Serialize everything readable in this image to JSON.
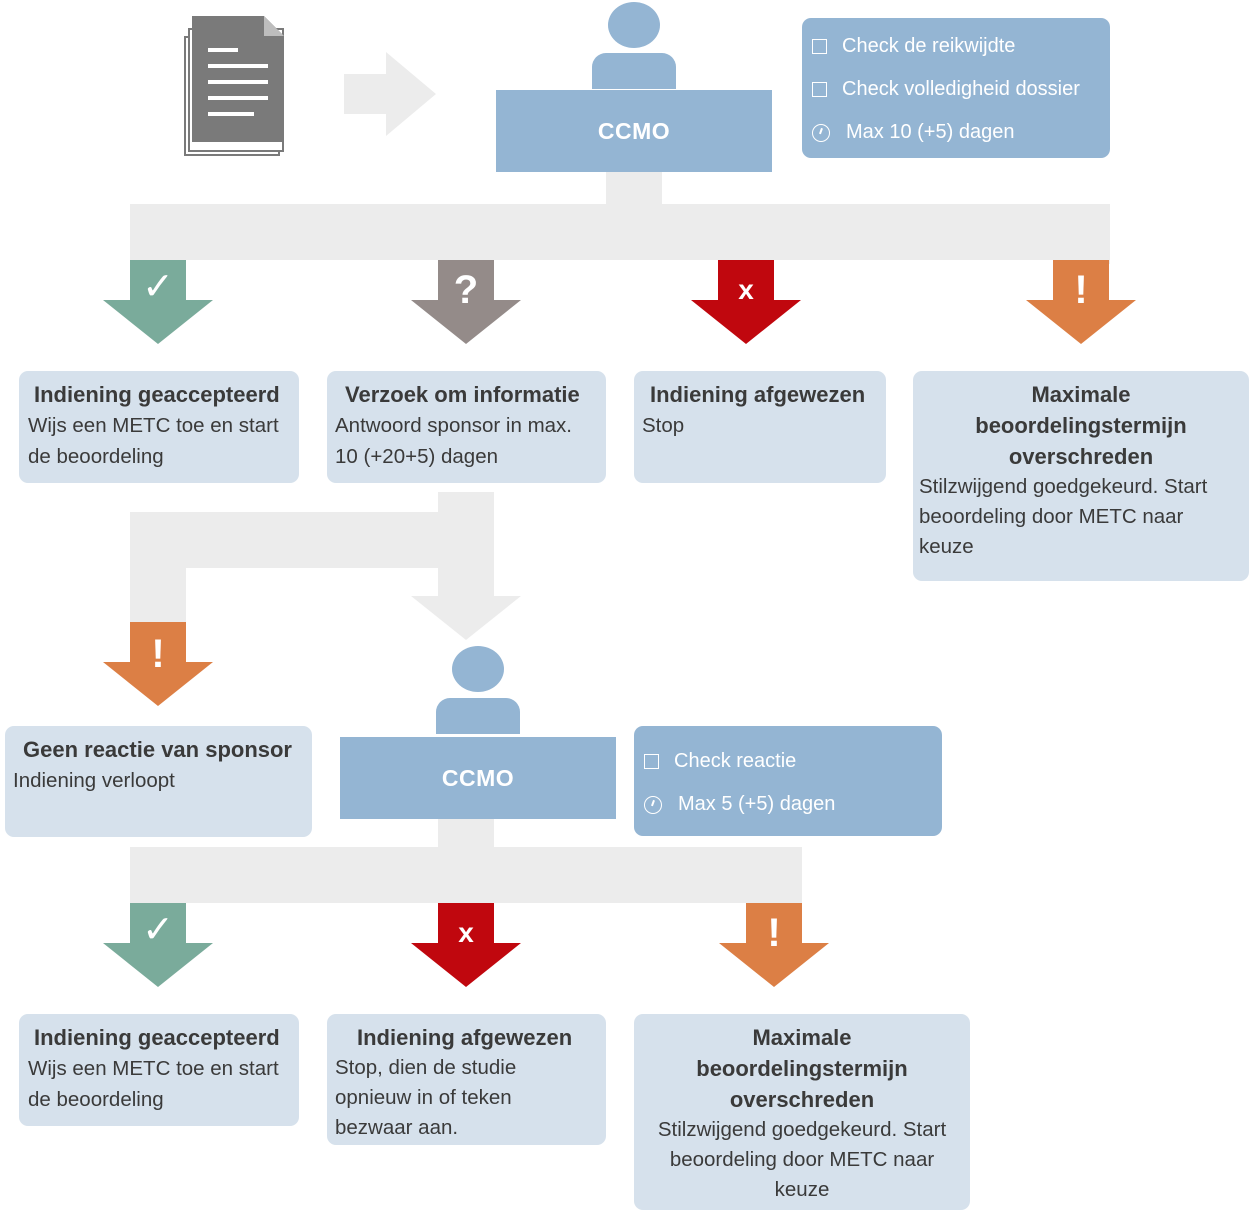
{
  "ccmo": {
    "label_1": "CCMO",
    "label_2": "CCMO"
  },
  "checks_1": {
    "items": [
      {
        "icon": "checkbox-icon",
        "text": "Check de reikwijdte"
      },
      {
        "icon": "checkbox-icon",
        "text": "Check volledigheid dossier"
      },
      {
        "icon": "clock-icon",
        "text": "Max 10 (+5) dagen"
      }
    ]
  },
  "checks_2": {
    "items": [
      {
        "icon": "checkbox-icon",
        "text": "Check reactie"
      },
      {
        "icon": "clock-icon",
        "text": "Max 5 (+5) dagen"
      }
    ]
  },
  "outcomes_1": [
    {
      "icon": "checkmark-icon",
      "glyph": "✓",
      "color": "#7aab9b",
      "title": "Indiening geaccepteerd",
      "body": "Wijs een METC toe en start de beoordeling"
    },
    {
      "icon": "question-icon",
      "glyph": "?",
      "color": "#948b89",
      "title": "Verzoek om informatie",
      "body": "Antwoord sponsor in max. 10 (+20+5) dagen"
    },
    {
      "icon": "cross-icon",
      "glyph": "x",
      "color": "#c0070e",
      "title": "Indiening afgewezen",
      "body": "Stop"
    },
    {
      "icon": "exclamation-icon",
      "glyph": "!",
      "color": "#dc7f45",
      "title": "Maximale beoordelingstermijn overschreden",
      "body": "Stilzwijgend goedgekeurd. Start beoordeling door METC  naar keuze"
    }
  ],
  "no_response": {
    "icon": "exclamation-icon",
    "glyph": "!",
    "color": "#dc7f45",
    "title": "Geen reactie van sponsor",
    "body": "Indiening verloopt"
  },
  "outcomes_2": [
    {
      "icon": "checkmark-icon",
      "glyph": "✓",
      "color": "#7aab9b",
      "title": "Indiening geaccepteerd",
      "body": "Wijs een METC toe en start de beoordeling"
    },
    {
      "icon": "cross-icon",
      "glyph": "x",
      "color": "#c0070e",
      "title": "Indiening afgewezen",
      "body": "Stop, dien de studie opnieuw in of teken bezwaar aan."
    },
    {
      "icon": "exclamation-icon",
      "glyph": "!",
      "color": "#dc7f45",
      "title": "Maximale beoordelingstermijn overschreden",
      "body": "Stilzwijgend goedgekeurd. Start beoordeling door METC  naar keuze"
    }
  ],
  "colors": {
    "ccmo_blue": "#94b5d3",
    "box_bg": "#d6e1ec",
    "connector_grey": "#ececec",
    "document_grey": "#7a7a7a"
  }
}
